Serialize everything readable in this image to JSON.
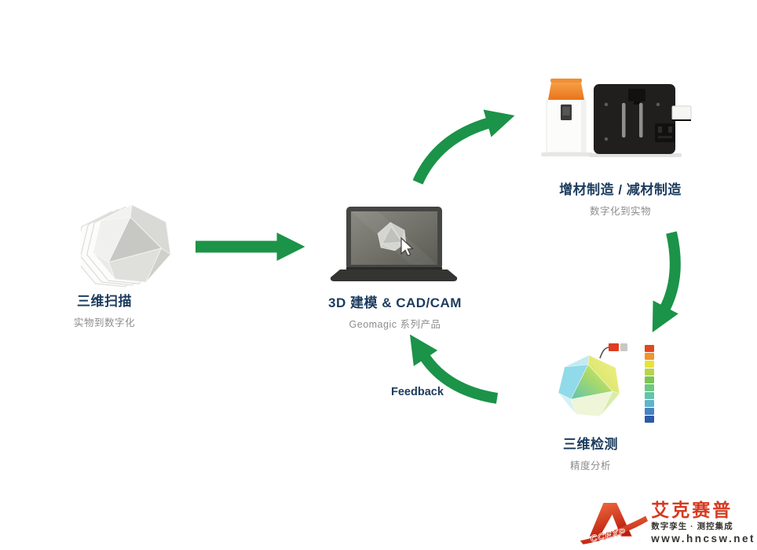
{
  "diagram": {
    "nodes": [
      {
        "id": "scan",
        "title": "三维扫描",
        "subtitle": "实物到数字化"
      },
      {
        "id": "modeling",
        "title": "3D 建模 & CAD/CAM",
        "subtitle": "Geomagic 系列产品"
      },
      {
        "id": "manufacturing",
        "title": "增材制造 / 减材制造",
        "subtitle": "数字化到实物"
      },
      {
        "id": "inspection",
        "title": "三维检测",
        "subtitle": "精度分析"
      }
    ],
    "feedback_label": "Feedback",
    "colors": {
      "arrow_green": "#1b9348",
      "title_navy": "#1c3c5e",
      "subtitle_gray": "#8c8c8c"
    },
    "inspection_scale_colors": [
      "#e0481f",
      "#f0942e",
      "#e7e23c",
      "#b9d449",
      "#7cc553",
      "#6ec97e",
      "#63c3ab",
      "#5fb5c9",
      "#4783c4",
      "#2e5aa9"
    ]
  },
  "watermark": {
    "brand_cn": "艾克赛普",
    "brand_en": "ACCEXP",
    "brand_mark_tail": "CCEXP",
    "tagline": "数字孪生 · 测控集成",
    "website": "www.hncsw.net",
    "color": "#d63a20"
  }
}
